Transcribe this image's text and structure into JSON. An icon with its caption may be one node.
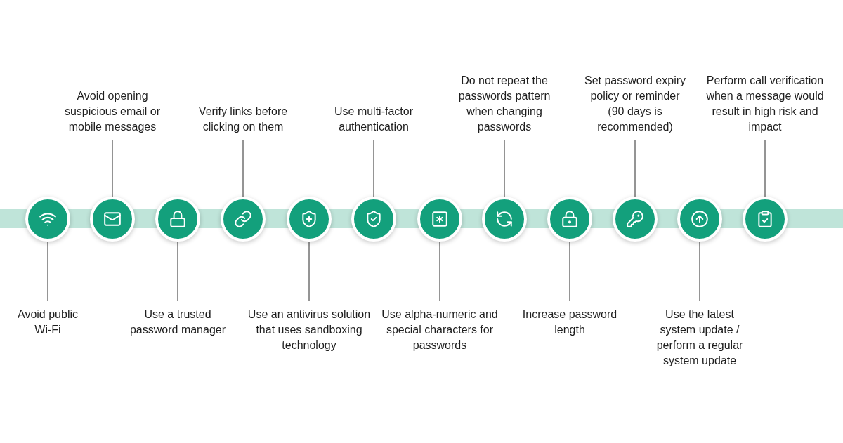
{
  "diagram": {
    "nodes": [
      {
        "text": [
          "Avoid public Wi-Fi"
        ]
      },
      {
        "text": [
          "Avoid opening suspicious email or mobile messages"
        ]
      },
      {
        "text": [
          "Use a trusted password manager"
        ]
      },
      {
        "text": [
          "Verify links before clicking on them"
        ]
      },
      {
        "text": [
          "Use an antivirus solution that uses sandboxing technology"
        ]
      },
      {
        "text": [
          "Use multi-factor authentication"
        ]
      },
      {
        "text": [
          "Use alpha-numeric and special characters for passwords"
        ]
      },
      {
        "text": [
          "Do not repeat the passwords pattern when changing passwords"
        ]
      },
      {
        "text": [
          "Increase password length"
        ]
      },
      {
        "text": [
          "Set password expiry policy or reminder (90 days is recommended)"
        ]
      },
      {
        "text": [
          "Use the latest system update / perform a regular system update"
        ]
      },
      {
        "text": [
          "Perform call verification when a message would result in high risk and impact"
        ]
      },
      {
        "text": [],
        "shape": "circle"
      },
      {
        "text": [],
        "shape": "circle"
      },
      {
        "text": [],
        "shape": "circle"
      },
      {
        "text": [],
        "shape": "circle"
      },
      {
        "text": [],
        "shape": "circle"
      },
      {
        "text": [],
        "shape": "circle"
      },
      {
        "text": [],
        "shape": "circle"
      },
      {
        "text": [],
        "shape": "circle"
      },
      {
        "text": [],
        "shape": "circle"
      },
      {
        "text": [],
        "shape": "circle"
      },
      {
        "text": [],
        "shape": "circle"
      },
      {
        "text": [],
        "shape": "circle"
      }
    ],
    "edges": [
      {
        "from": 0,
        "to": 12,
        "arrow": "none"
      },
      {
        "from": 1,
        "to": 13,
        "arrow": "none"
      },
      {
        "from": 2,
        "to": 14,
        "arrow": "none"
      },
      {
        "from": 3,
        "to": 15,
        "arrow": "none"
      },
      {
        "from": 4,
        "to": 16,
        "arrow": "none"
      },
      {
        "from": 5,
        "to": 17,
        "arrow": "none"
      },
      {
        "from": 6,
        "to": 18,
        "arrow": "none"
      },
      {
        "from": 7,
        "to": 19,
        "arrow": "none"
      },
      {
        "from": 8,
        "to": 20,
        "arrow": "none"
      },
      {
        "from": 9,
        "to": 21,
        "arrow": "none"
      },
      {
        "from": 10,
        "to": 22,
        "arrow": "none"
      },
      {
        "from": 11,
        "to": 23,
        "arrow": "none"
      }
    ]
  }
}
